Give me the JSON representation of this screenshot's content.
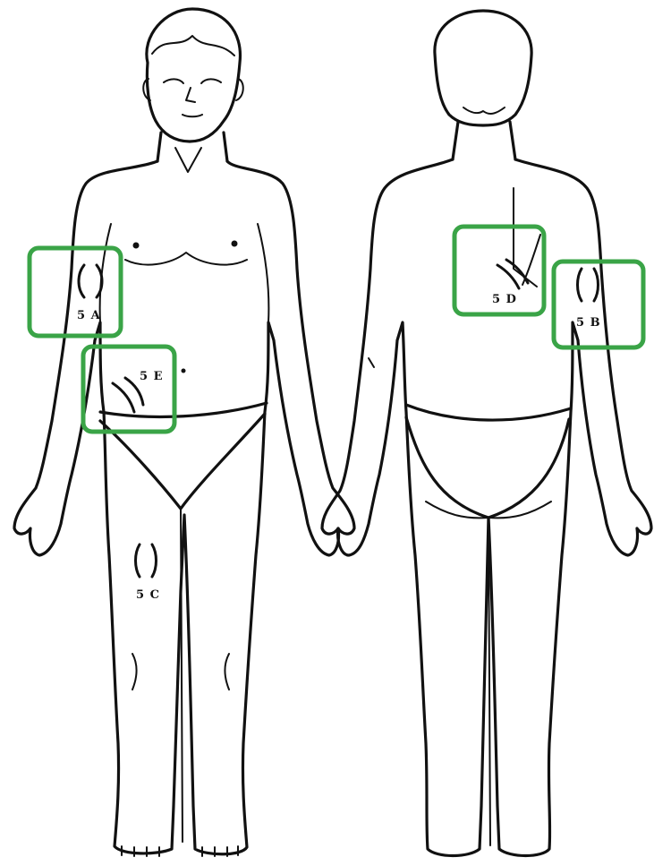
{
  "diagram": {
    "figures": [
      "front",
      "back"
    ],
    "highlight_color": "#3aa447",
    "line_color": "#111111",
    "markers": [
      {
        "id": "5A",
        "label": "5 A",
        "view": "front",
        "highlighted": true
      },
      {
        "id": "5B",
        "label": "5 B",
        "view": "back",
        "highlighted": true
      },
      {
        "id": "5C",
        "label": "5 C",
        "view": "front",
        "highlighted": false
      },
      {
        "id": "5D",
        "label": "5 D",
        "view": "back",
        "highlighted": true
      },
      {
        "id": "5E",
        "label": "5 E",
        "view": "front",
        "highlighted": true
      }
    ]
  }
}
